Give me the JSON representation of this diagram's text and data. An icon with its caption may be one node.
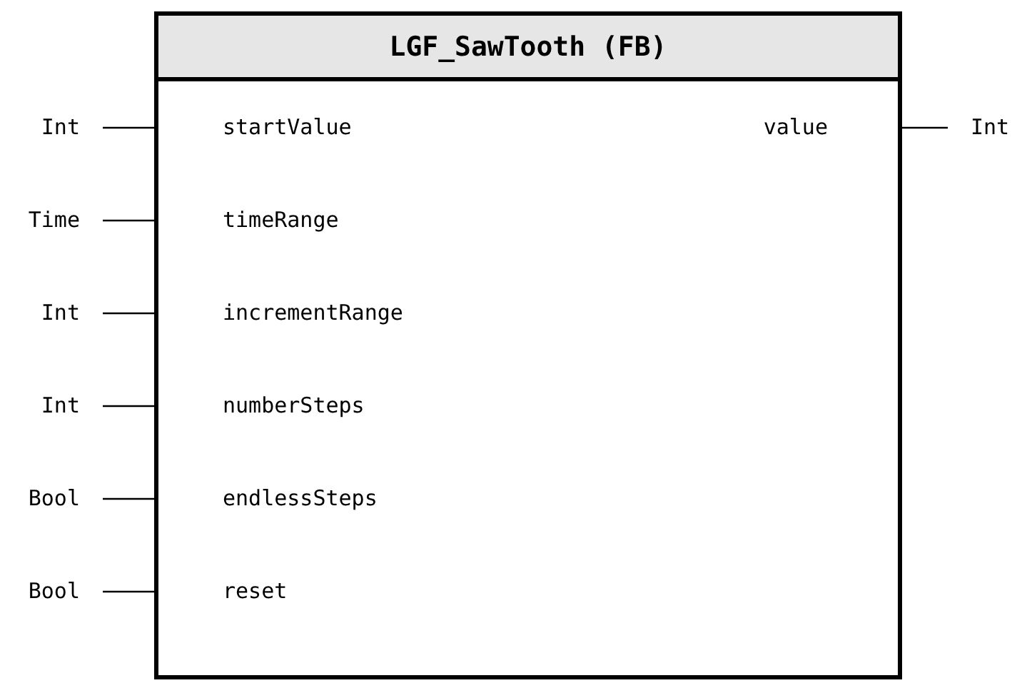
{
  "diagram": {
    "nodes": [
      {
        "text": [
          "LGF_SawTooth (FB)"
        ]
      },
      {
        "text": [
          "startValue"
        ],
        "in": 0
      },
      {
        "text": [
          "timeRange"
        ],
        "in": 0
      },
      {
        "text": [
          "incrementRange"
        ],
        "in": 0
      },
      {
        "text": [
          "numberSteps"
        ],
        "in": 0
      },
      {
        "text": [
          "endlessSteps"
        ],
        "in": 0
      },
      {
        "text": [
          "reset"
        ],
        "in": 0
      },
      {
        "text": [
          "value"
        ],
        "in": 0
      },
      {
        "text": [
          "Int"
        ]
      },
      {
        "text": [
          "Time"
        ]
      },
      {
        "text": [
          "Int"
        ]
      },
      {
        "text": [
          "Int"
        ]
      },
      {
        "text": [
          "Bool"
        ]
      },
      {
        "text": [
          "Bool"
        ]
      },
      {
        "text": [
          "Int"
        ]
      }
    ],
    "edges": [
      {
        "from": 8,
        "to": 1,
        "arrow": "none"
      },
      {
        "from": 9,
        "to": 2,
        "arrow": "none"
      },
      {
        "from": 10,
        "to": 3,
        "arrow": "none"
      },
      {
        "from": 11,
        "to": 4,
        "arrow": "none"
      },
      {
        "from": 12,
        "to": 5,
        "arrow": "none"
      },
      {
        "from": 13,
        "to": 6,
        "arrow": "none"
      },
      {
        "from": 7,
        "to": 14,
        "arrow": "none"
      }
    ]
  }
}
